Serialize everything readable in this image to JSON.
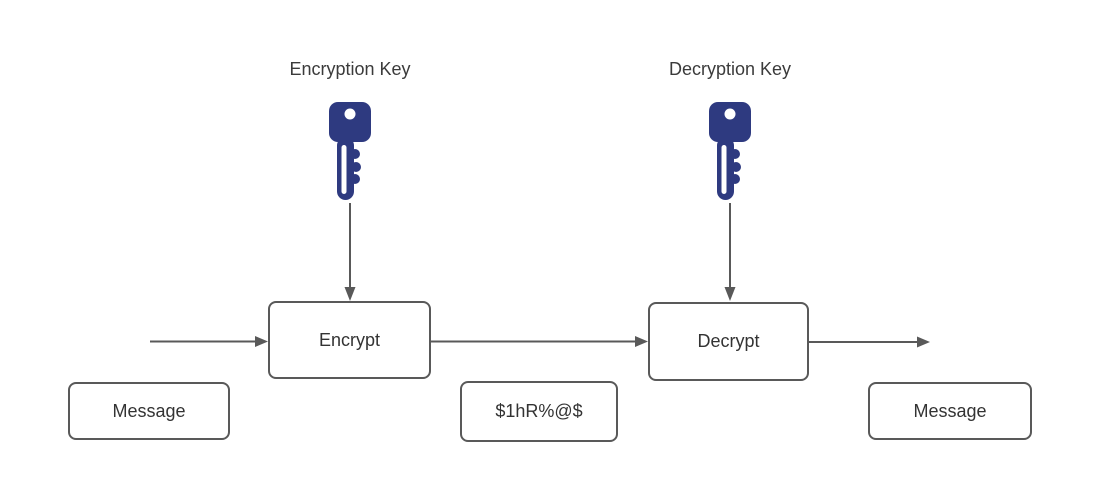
{
  "diagram": {
    "title_implicit": "Encryption / Decryption flow",
    "labels": {
      "encryption_key": "Encryption Key",
      "decryption_key": "Decryption Key"
    },
    "nodes": {
      "encrypt": "Encrypt",
      "decrypt": "Decrypt",
      "message_left": "Message",
      "ciphertext": "$1hR%@$",
      "message_right": "Message"
    },
    "icons": {
      "encryption_key_icon": "key-icon",
      "decryption_key_icon": "key-icon"
    },
    "colors": {
      "background": "#ffffff",
      "key_fill": "#2e3a80",
      "line": "#595959",
      "box_border": "#595959",
      "box_fill": "#ffffff",
      "text": "#3b3b3b"
    }
  }
}
